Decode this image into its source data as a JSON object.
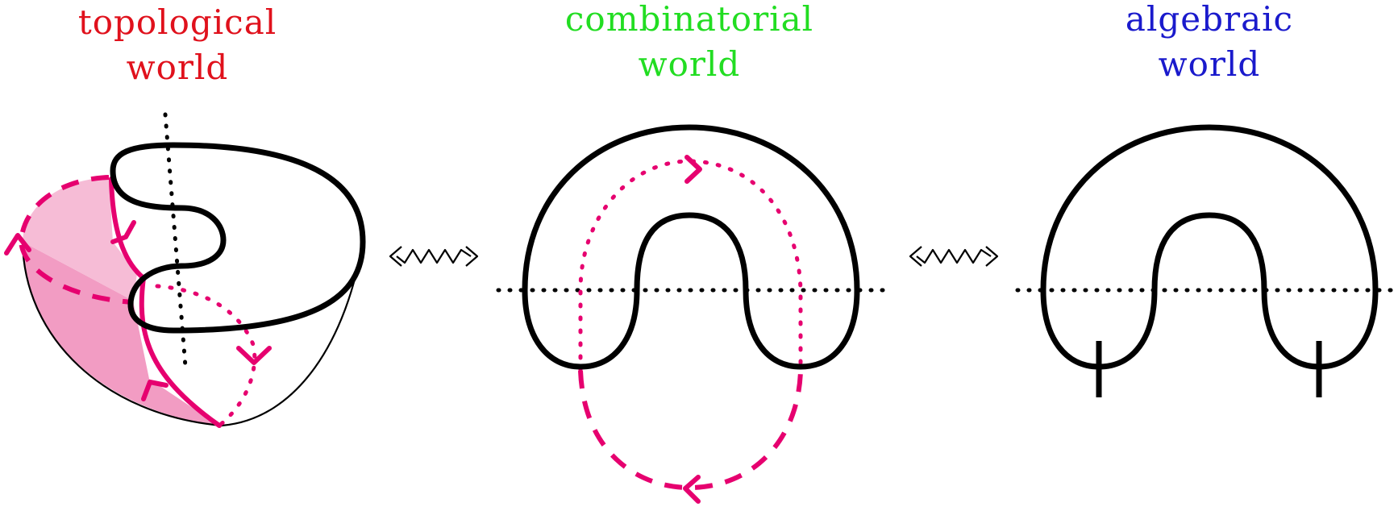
{
  "colors": {
    "topological": "#e0111c",
    "combinatorial": "#22dd22",
    "algebraic": "#1a1acc",
    "curve": "#e6006f",
    "surface_light": "#f6bcd6",
    "surface_dark": "#f29cc3",
    "ink": "#000000"
  },
  "panels": [
    {
      "id": "topological",
      "title_line1": "topological",
      "title_line2": "world"
    },
    {
      "id": "combinatorial",
      "title_line1": "combinatorial",
      "title_line2": "world"
    },
    {
      "id": "algebraic",
      "title_line1": "algebraic",
      "title_line2": "world"
    }
  ],
  "arrows": [
    {
      "from": "topological",
      "to": "combinatorial",
      "style": "wavy-two-headed"
    },
    {
      "from": "combinatorial",
      "to": "algebraic",
      "style": "wavy-two-headed"
    }
  ]
}
